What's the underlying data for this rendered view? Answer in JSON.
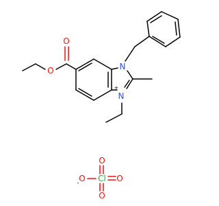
{
  "molecule": {
    "atoms": {
      "o_carbonyl": "O",
      "o_ester": "O",
      "n_benzyl": "N",
      "n_ethyl": "N",
      "cl": "Cl",
      "o_top": "O",
      "o_left": "O",
      "o_right": "O",
      "o_bottom": "O"
    },
    "charges": {
      "n_ethyl": "+",
      "o_left": "-"
    },
    "colors": {
      "carbon_bond": "#000000",
      "nitrogen": "#3050f8",
      "oxygen": "#ff0d0d",
      "chlorine": "#1fb24a",
      "background": "#ffffff"
    }
  }
}
